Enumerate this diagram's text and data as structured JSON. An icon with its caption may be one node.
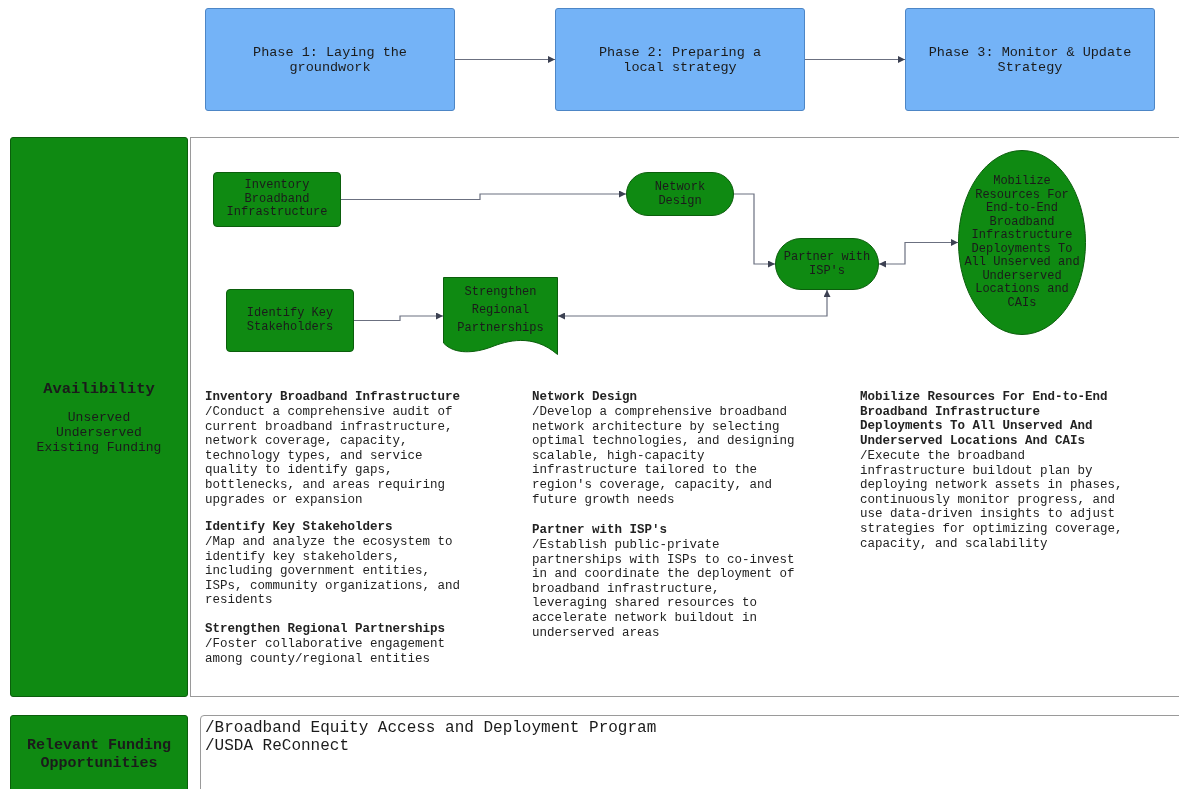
{
  "diagram": {
    "nodes": [
      {
        "text": [
          "Phase 1: Laying the groundwork"
        ]
      },
      {
        "text": [
          "Phase 2: Preparing a local strategy"
        ]
      },
      {
        "text": [
          "Phase 3: Monitor & Update Strategy"
        ]
      },
      {
        "text": [
          "Availibility",
          "Unserved Underserved Existing Funding"
        ]
      },
      {
        "text": [
          "Inventory Broadband Infrastructure"
        ]
      },
      {
        "text": [
          "Network Design"
        ]
      },
      {
        "text": [
          "Mobilize Resources For End-to-End Broadband Infrastructure Deployments To All Unserved and Underserved Locations and CAIs"
        ]
      },
      {
        "text": [
          "Partner with ISP's"
        ]
      },
      {
        "text": [
          "Identify Key Stakeholders"
        ]
      },
      {
        "text": [
          "Strengthen Regional Partnerships"
        ]
      },
      {
        "text": [
          "Relevant Funding Opportunities"
        ]
      },
      {
        "text": [
          "/Broadband Equity Access and Deployment Program",
          "/USDA ReConnect"
        ]
      }
    ],
    "edges": [
      {
        "from": 0,
        "to": 1,
        "arrow": "to"
      },
      {
        "from": 1,
        "to": 2,
        "arrow": "to"
      },
      {
        "from": 4,
        "to": 5,
        "arrow": "to"
      },
      {
        "from": 5,
        "to": 7,
        "arrow": "to"
      },
      {
        "from": 7,
        "to": 6,
        "arrow": "both"
      },
      {
        "from": 8,
        "to": 9,
        "arrow": "to"
      },
      {
        "from": 9,
        "to": 7,
        "arrow": "both"
      }
    ],
    "labels": [
      "Inventory Broadband Infrastructure",
      "/Conduct a comprehensive audit of current broadband infrastructure, network coverage, capacity, technology types, and service quality to identify gaps, bottlenecks, and areas requiring upgrades or expansion",
      "Identify Key Stakeholders",
      "/Map and analyze the ecosystem to identify key stakeholders, including government entities, ISPs, community organizations, and residents",
      "Strengthen Regional Partnerships",
      "/Foster collaborative engagement among county/regional entities",
      "Network Design",
      "/Develop a comprehensive broadband network architecture by selecting optimal technologies, and designing scalable, high-capacity infrastructure tailored to the region's coverage, capacity, and future growth needs",
      "Partner with ISP's",
      "/Establish public-private partnerships with ISPs to co-invest in and coordinate the deployment of broadband infrastructure, leveraging shared resources to accelerate network buildout in underserved areas",
      "Mobilize Resources For End-to-End Broadband Infrastructure Deployments To All Unserved And Underserved Locations And CAIs",
      "/Execute the broadband infrastructure buildout plan by deploying network assets in phases, continuously monitor progress, and use data-driven insights to adjust strategies for optimizing coverage, capacity, and scalability"
    ]
  }
}
